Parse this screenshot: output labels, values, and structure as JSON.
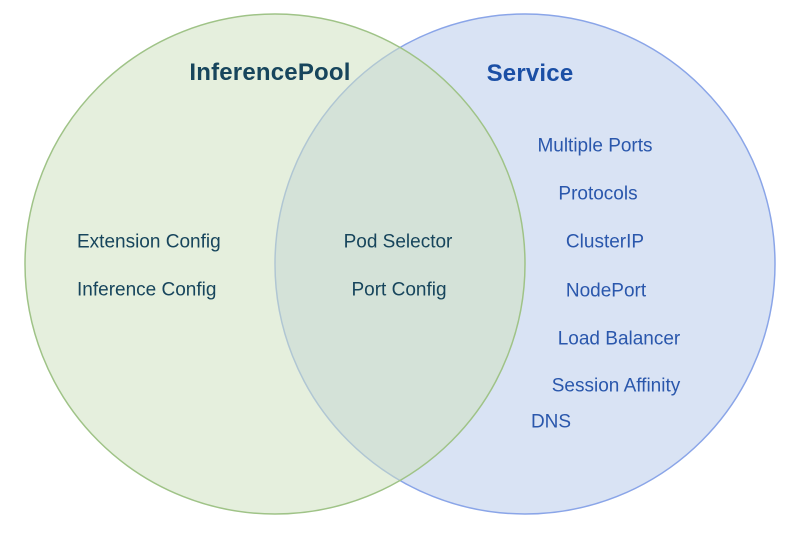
{
  "diagram": {
    "type": "venn",
    "background": "#ffffff",
    "left_circle": {
      "title": "InferencePool",
      "items": [
        "Extension Config",
        "Inference Config"
      ],
      "fill_base": "#cfe2c1",
      "fill_visible": "#e5efe0",
      "stroke": "#9fc387",
      "text_color": "#17455c"
    },
    "overlap": {
      "items": [
        "Pod Selector",
        "Port Config"
      ],
      "fill_visible": "#d5e3da",
      "text_color": "#17455c"
    },
    "right_circle": {
      "title": "Service",
      "items": [
        "Multiple Ports",
        "Protocols",
        "ClusterIP",
        "NodePort",
        "Load Balancer",
        "Session Affinity",
        "DNS"
      ],
      "fill": "#d9e3f4",
      "stroke": "#8aa5e8",
      "title_color": "#1b4fa5",
      "text_color": "#2a57ac"
    }
  }
}
